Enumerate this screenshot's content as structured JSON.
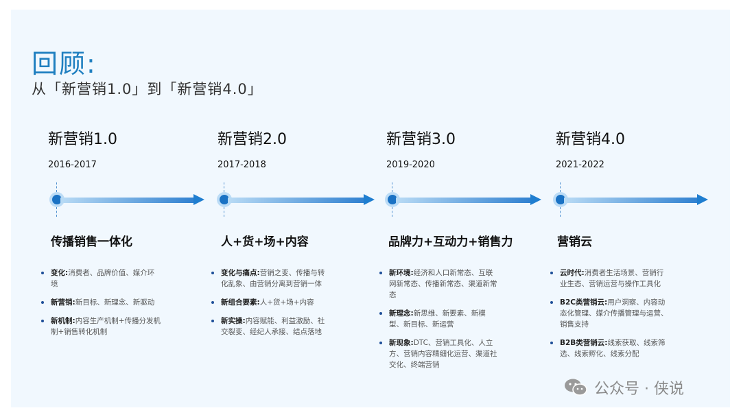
{
  "title": "回顾:",
  "subtitle": "从「新营销1.0」到「新营销4.0」",
  "stages": [
    {
      "name": "新营销1.0",
      "years": "2016-2017",
      "theme": "传播销售一体化",
      "bullets": [
        {
          "label": "变化:",
          "text": "消费者、品牌价值、媒介环境"
        },
        {
          "label": "新营销:",
          "text": "新目标、新理念、新驱动"
        },
        {
          "label": "新机制:",
          "text": "内容生产机制+传播分发机制+销售转化机制"
        }
      ]
    },
    {
      "name": "新营销2.0",
      "years": "2017-2018",
      "theme": "人+货+场+内容",
      "bullets": [
        {
          "label": "变化与痛点:",
          "text": "营销之变、传播与转化乱象、由营销分离到营销一体"
        },
        {
          "label": "新组合要素:",
          "text": "人+货+场+内容"
        },
        {
          "label": "新实操:",
          "text": "内容赋能、利益激励、社交裂变、经纪人承接、结点落地"
        }
      ]
    },
    {
      "name": "新营销3.0",
      "years": "2019-2020",
      "theme": "品牌力+互动力+销售力",
      "bullets": [
        {
          "label": "新环境:",
          "text": "经济和人口新常态、互联网新常态、传播新常态、渠道新常态"
        },
        {
          "label": "新理念:",
          "text": "新思维、新要素、新模型、新目标、新运营"
        },
        {
          "label": "新现象:",
          "text": "DTC、营销工具化、人立方、营销内容精细化运营、渠道社交化、终端营销"
        }
      ]
    },
    {
      "name": "新营销4.0",
      "years": "2021-2022",
      "theme": "营销云",
      "bullets": [
        {
          "label": "云时代:",
          "text": "消费者生活场景、营销行业生态、营销运营与操作工具化"
        },
        {
          "label": "B2C类营销云:",
          "text": "用户洞察、内容动态化管理、媒介传播管理与运营、销售支持"
        },
        {
          "label": "B2B类营销云:",
          "text": "线索获取、线索筛选、线索孵化、线索分配"
        }
      ]
    }
  ],
  "watermark": "公众号 · 侠说",
  "colors": {
    "accent": "#1f7fc0",
    "dot": "#1a72c4",
    "arrow_end": "#2f80d0",
    "background": "#f1f8fe"
  }
}
